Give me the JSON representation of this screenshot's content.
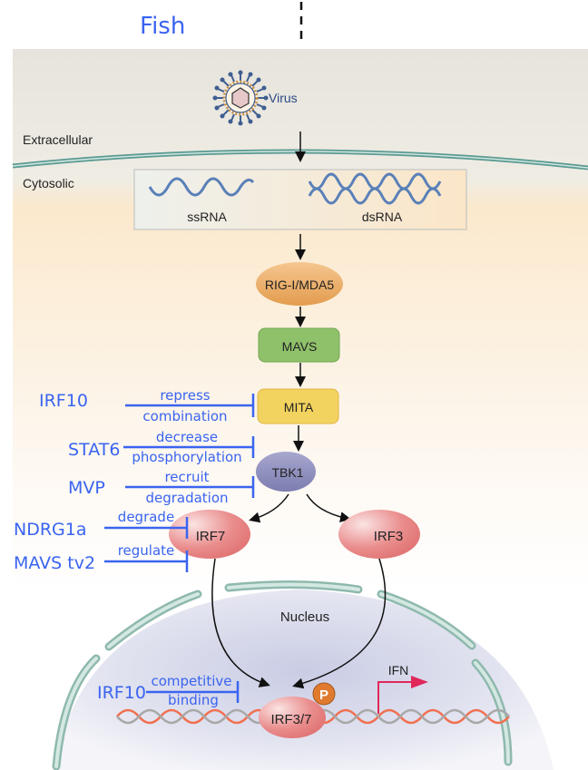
{
  "title": "Fish",
  "compartments": {
    "extracellular": "Extracellular",
    "cytosolic": "Cytosolic",
    "nucleus": "Nucleus"
  },
  "virus_label": "Virus",
  "rna": {
    "ss": "ssRNA",
    "ds": "dsRNA"
  },
  "nodes": {
    "rig": "RIG-I/MDA5",
    "mavs": "MAVS",
    "mita": "MITA",
    "tbk1": "TBK1",
    "irf7": "IRF7",
    "irf3": "IRF3",
    "irf37": "IRF3/7",
    "phospho": "P",
    "ifn": "IFN"
  },
  "regulators": [
    {
      "name": "IRF10",
      "top": "repress",
      "bottom": "combination",
      "target": "MITA"
    },
    {
      "name": "STAT6",
      "top": "decrease",
      "bottom": "phosphorylation",
      "target": "TBK1"
    },
    {
      "name": "MVP",
      "top": "recruit",
      "bottom": "degradation",
      "target": "TBK1"
    },
    {
      "name": "NDRG1a",
      "top": "degrade",
      "bottom": "",
      "target": "IRF7"
    },
    {
      "name": "MAVS tv2",
      "top": "regulate",
      "bottom": "",
      "target": "IRF7"
    },
    {
      "name": "IRF10",
      "top": "competitive",
      "bottom": "binding",
      "target": "IRF3/7"
    }
  ],
  "colors": {
    "regulator": "#3a64f0",
    "rig": "#e9a65a",
    "mavs": "#8fc06a",
    "mita": "#f0d060",
    "tbk1": "#8f8fbf",
    "irf": "#e57a7a",
    "phospho": "#e07a2e",
    "ifn_arrow": "#e0285a"
  }
}
